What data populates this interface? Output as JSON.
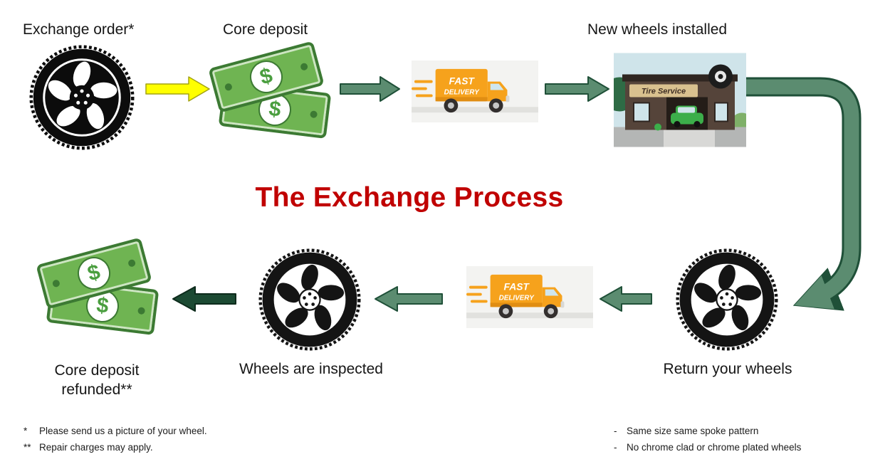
{
  "title": {
    "text": "The Exchange Process"
  },
  "steps": {
    "exchange_order": {
      "label": "Exchange order*"
    },
    "core_deposit": {
      "label": "Core deposit"
    },
    "new_wheels_installed": {
      "label": "New wheels installed"
    },
    "return_your_wheels": {
      "label": "Return your wheels"
    },
    "wheels_inspected": {
      "label": "Wheels are inspected"
    },
    "refund": {
      "line1": "Core deposit",
      "line2": "refunded**"
    }
  },
  "truck": {
    "line1": "FAST",
    "line2": "DELIVERY"
  },
  "shop": {
    "sign": "Tire Service"
  },
  "money": {
    "symbol": "$"
  },
  "footnotes": {
    "left": [
      {
        "marker": "*",
        "text": "Please send us a picture of your wheel."
      },
      {
        "marker": "**",
        "text": "Repair charges may apply."
      }
    ],
    "right": [
      {
        "marker": "-",
        "text": "Same size same spoke pattern"
      },
      {
        "marker": "-",
        "text": "No chrome clad or chrome plated wheels"
      }
    ]
  },
  "colors": {
    "title_red": "#C00000",
    "arrow_yellow": "#FFFF00",
    "arrow_green": "#5B8C70",
    "arrow_dark_green": "#1C4A33",
    "money_green": "#6FB452",
    "truck_orange": "#F6A21C"
  }
}
